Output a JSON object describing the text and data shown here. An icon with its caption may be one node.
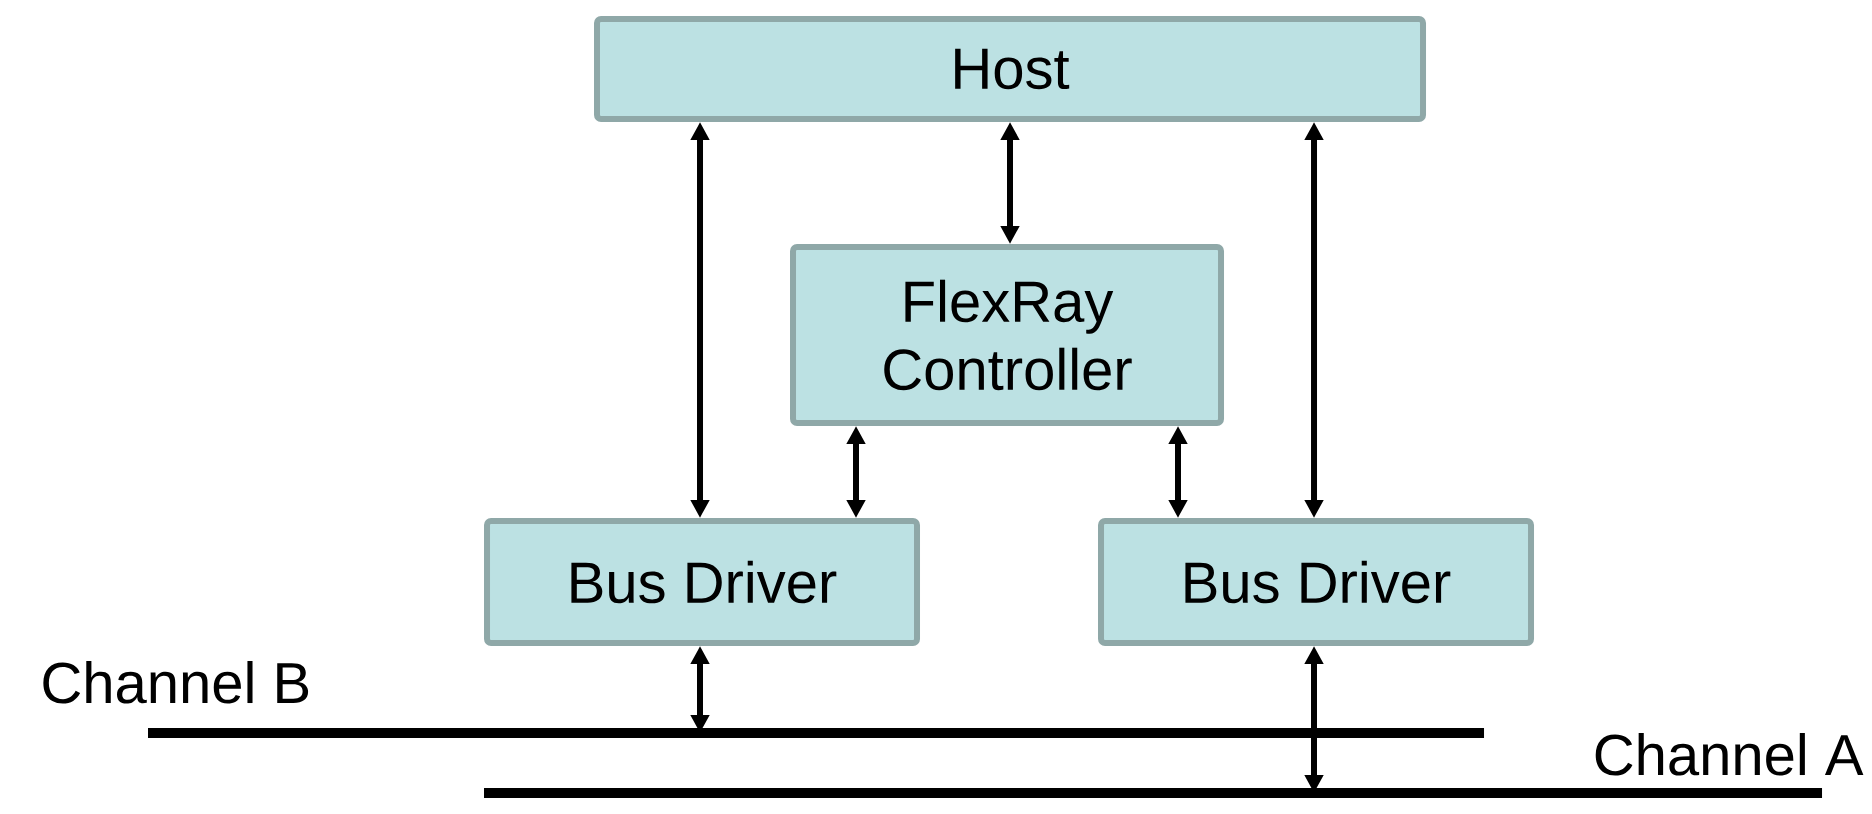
{
  "diagram": {
    "nodes": [
      {
        "text": [
          "Host"
        ]
      },
      {
        "text": [
          "FlexRay Controller"
        ]
      },
      {
        "text": [
          "Bus Driver"
        ]
      },
      {
        "text": [
          "Bus Driver"
        ]
      },
      {
        "text": [],
        "shape": "bar",
        "beside": [
          "Channel B"
        ]
      },
      {
        "text": [],
        "shape": "bar",
        "beside": [
          "Channel A"
        ]
      }
    ],
    "edges": [
      {
        "from": 0,
        "to": 2,
        "arrow": "both"
      },
      {
        "from": 0,
        "to": 1,
        "arrow": "both"
      },
      {
        "from": 0,
        "to": 3,
        "arrow": "both"
      },
      {
        "from": 1,
        "to": 2,
        "arrow": "both"
      },
      {
        "from": 1,
        "to": 3,
        "arrow": "both"
      },
      {
        "from": 2,
        "to": 4,
        "arrow": "both"
      },
      {
        "from": 3,
        "to": 5,
        "arrow": "both"
      }
    ]
  }
}
